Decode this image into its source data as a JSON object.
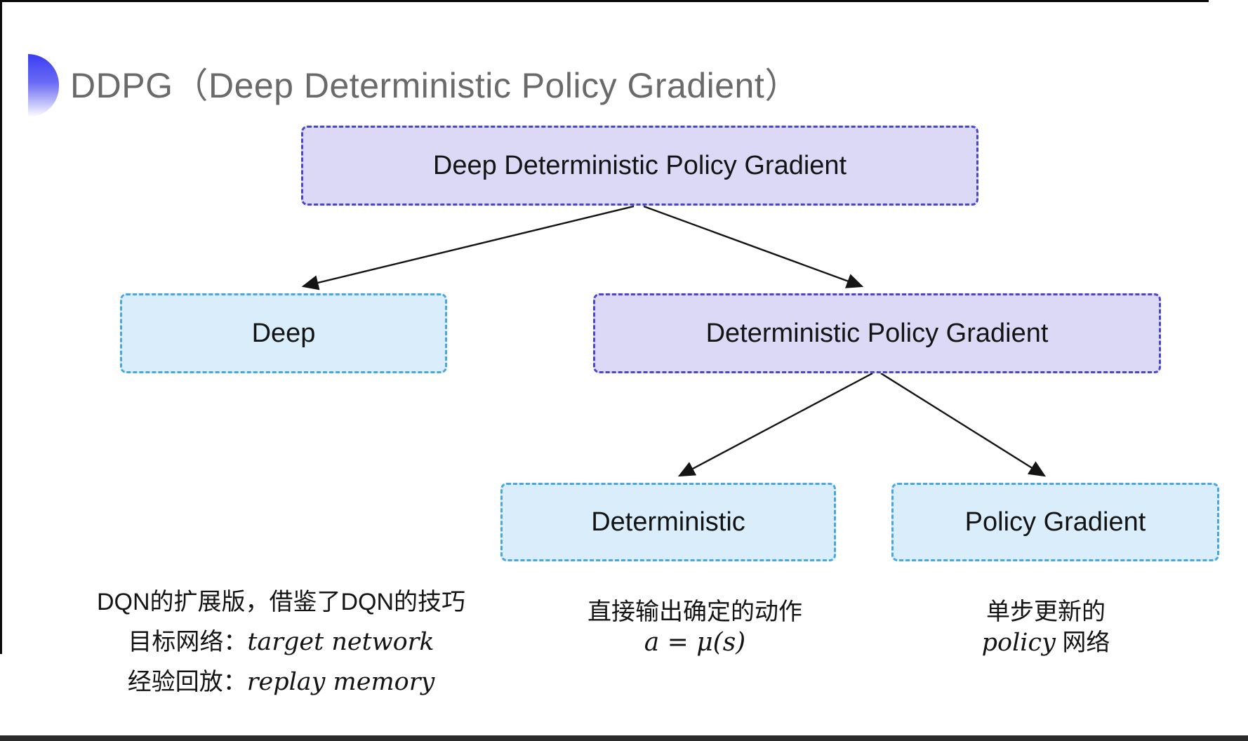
{
  "page": {
    "title": "DDPG（Deep Deterministic Policy Gradient）"
  },
  "tree": {
    "root": {
      "label": "Deep Deterministic Policy Gradient"
    },
    "level2": [
      {
        "label": "Deep"
      },
      {
        "label": "Deterministic Policy Gradient"
      }
    ],
    "level3": [
      {
        "label": "Deterministic"
      },
      {
        "label": "Policy Gradient"
      }
    ]
  },
  "notes": {
    "deep": {
      "line1": "DQN的扩展版，借鉴了DQN的技巧",
      "line2_cjk": "目标网络：",
      "line2_en": "target network",
      "line3_cjk": "经验回放：",
      "line3_en": "replay memory"
    },
    "deterministic": {
      "line1": "直接输出确定的动作",
      "line2": "a = μ(s)"
    },
    "policy_gradient": {
      "line1": "单步更新的",
      "line2_en": "policy",
      "line2_cjk": " 网络"
    }
  },
  "colors": {
    "purple_fill": "#dcd9f6",
    "purple_border": "#4845cf",
    "cyan_fill": "#d9eefa",
    "cyan_border": "#49a7e0",
    "title_gray": "#6a6a6a",
    "ink": "#141414",
    "bullet_blue": "#3a3ef1",
    "arrow": "#141414"
  }
}
